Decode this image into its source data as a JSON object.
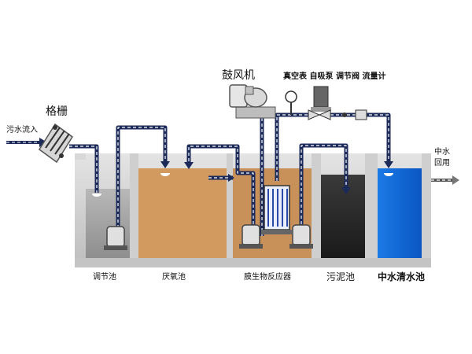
{
  "diagram": {
    "labels": {
      "inflow": "污水流入",
      "screen": "格栅",
      "blower": "鼓风机",
      "instruments": "真空表 自吸泵 调节阀  流量计",
      "reclaimed_reuse_line1": "中水",
      "reclaimed_reuse_line2": "回用",
      "tank_regulating": "调节池",
      "tank_anoxic": "厌氧池",
      "tank_mbr": "膜生物反应器",
      "tank_sludge": "污泥池",
      "tank_reclaimed": "中水清水池"
    },
    "colors": {
      "anoxic_tank": "#d29a5e",
      "mbr_tank": "#c8915a",
      "regulating_tank": "#a9a9a9",
      "sludge_tank": "#2a2a2a",
      "reclaimed_tank": "#0b6fe0",
      "pipe_dark": "#1c2a5a",
      "pipe_dash": "#ffffff",
      "wall": "#c9c9c9"
    }
  }
}
